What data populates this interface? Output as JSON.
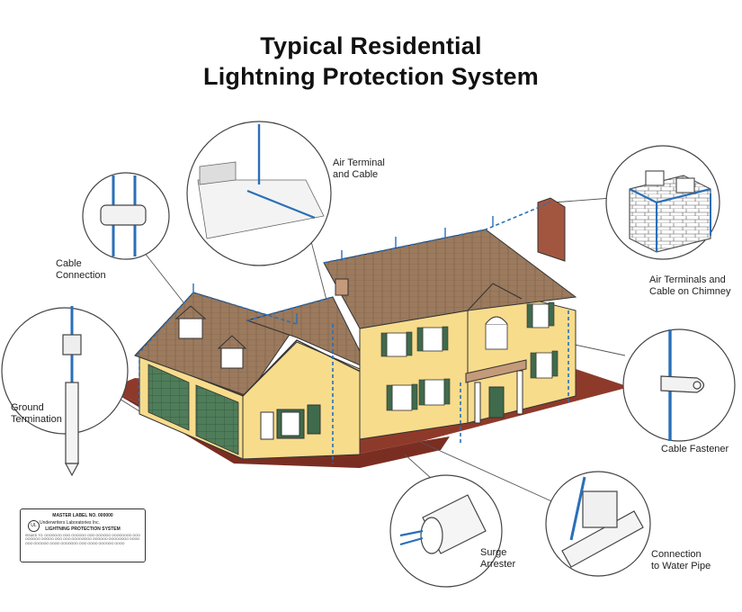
{
  "title_line1": "Typical Residential",
  "title_line2": "Lightning Protection System",
  "callouts": {
    "air_terminal": [
      "Air Terminal",
      "and Cable"
    ],
    "cable_connection": [
      "Cable",
      "Connection"
    ],
    "chimney": [
      "Air Terminals and",
      "Cable on Chimney"
    ],
    "ground_termination": [
      "Ground",
      "Termination"
    ],
    "cable_fastener": [
      "Cable Fastener"
    ],
    "surge_arrester": [
      "Surge",
      "Arrester"
    ],
    "water_pipe": [
      "Connection",
      "to Water Pipe"
    ]
  },
  "ul_label": {
    "line1": "MASTER LABEL NO. 000000",
    "line2": "Underwriters Laboratories Inc.",
    "line3": "LIGHTNING PROTECTION SYSTEM",
    "fine_print": "ISSUED TO: OOOOOOO OOO OOOOOO OOO OOOOOO OOOOOOOO OOO OOOOOO OOOOO OOO OOO OOOOOOOO OOOOOO OOOOOOOO OOOO OOO OOOOOO OOOO OOOOOOO OOO OOOO OOOOOO OOOO"
  },
  "colors": {
    "roof": "#9b7a5e",
    "wall": "#f7dc8c",
    "garage": "#4f7d5a",
    "shutter": "#3f6b4c",
    "ground": "#8e3a2b",
    "cable": "#2a6fb8",
    "outline": "#333333"
  }
}
